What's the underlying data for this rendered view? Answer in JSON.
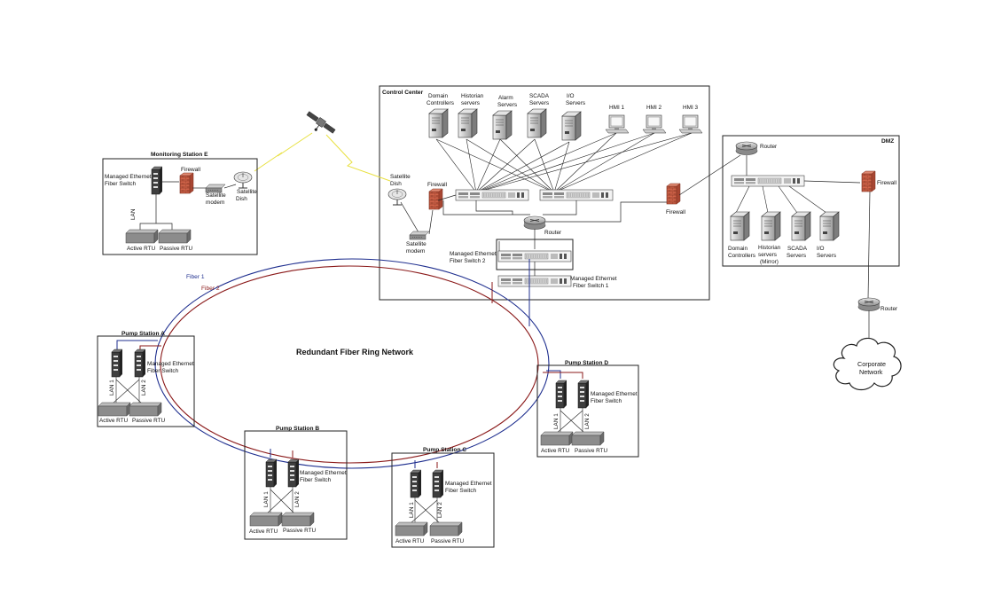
{
  "title": "Redundant Fiber Ring Network",
  "ring": {
    "fiber1": "Fiber 1",
    "fiber2": "Fiber 2",
    "fiber1_color": "#1f2f8f",
    "fiber2_color": "#8b1a1a"
  },
  "control_center": {
    "title": "Control Center",
    "servers": [
      {
        "l1": "Domain",
        "l2": "Controllers"
      },
      {
        "l1": "Historian",
        "l2": "servers"
      },
      {
        "l1": "Alarm",
        "l2": "Servers"
      },
      {
        "l1": "SCADA",
        "l2": "Servers"
      },
      {
        "l1": "I/O",
        "l2": "Servers"
      }
    ],
    "hmis": [
      "HMI 1",
      "HMI 2",
      "HMI 3"
    ],
    "firewall": "Firewall",
    "satellite_dish": {
      "l1": "Satellite",
      "l2": "Dish"
    },
    "satellite_modem": {
      "l1": "Satellite",
      "l2": "modem"
    },
    "router": "Router",
    "switch2": {
      "l1": "Managed Ethernet",
      "l2": "Fiber Switch 2"
    },
    "switch1": {
      "l1": "Managed Ethernet",
      "l2": "Fiber Switch 1"
    },
    "firewall_dmz": "Firewall"
  },
  "dmz": {
    "title": "DMZ",
    "router": "Router",
    "firewall": "Firewall",
    "servers": [
      {
        "l1": "Domain",
        "l2": "Controllers",
        "l3": ""
      },
      {
        "l1": "Historian",
        "l2": "servers",
        "l3": "(Mirror)"
      },
      {
        "l1": "SCADA",
        "l2": "Servers",
        "l3": ""
      },
      {
        "l1": "I/O",
        "l2": "Servers",
        "l3": ""
      }
    ]
  },
  "corporate": {
    "router": "Router",
    "l1": "Corporate",
    "l2": "Network"
  },
  "monitoring": {
    "title": "Monitoring Station E",
    "switch": {
      "l1": "Managed Ethernet",
      "l2": "Fiber Switch"
    },
    "firewall": "Firewall",
    "lan": "LAN",
    "modem": {
      "l1": "Satellite",
      "l2": "modem"
    },
    "dish": {
      "l1": "Satellite",
      "l2": "Dish"
    },
    "active": "Active RTU",
    "passive": "Passive RTU"
  },
  "pumps": [
    {
      "title": "Pump Station A",
      "switch_l1": "Managed Ethernet",
      "switch_l2": "Fiber Switch",
      "lan1": "LAN 1",
      "lan2": "LAN 2",
      "active": "Active RTU",
      "passive": "Passive RTU"
    },
    {
      "title": "Pump Station B",
      "switch_l1": "Managed Ethernet",
      "switch_l2": "Fiber Switch",
      "lan1": "LAN 1",
      "lan2": "LAN 2",
      "active": "Active RTU",
      "passive": "Passive RTU"
    },
    {
      "title": "Pump Station C",
      "switch_l1": "Managed Ethernet",
      "switch_l2": "Fiber Switch",
      "lan1": "LAN 1",
      "lan2": "LAN 2",
      "active": "Active RTU",
      "passive": "Passive RTU"
    },
    {
      "title": "Pump Station D",
      "switch_l1": "Managed Ethernet",
      "switch_l2": "Fiber Switch",
      "lan1": "LAN 1",
      "lan2": "LAN 2",
      "active": "Active RTU",
      "passive": "Passive RTU"
    }
  ],
  "colors": {
    "firewall": "#c8553d",
    "satellite_link": "#e8e040"
  }
}
